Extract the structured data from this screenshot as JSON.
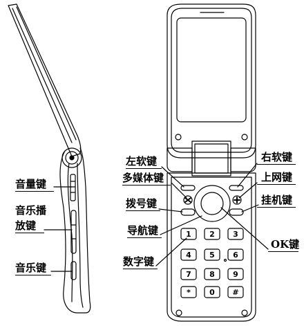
{
  "labels": {
    "volume_key": "音量键",
    "music_play_key_line1": "音乐播",
    "music_play_key_line2": "放键",
    "music_key": "音乐键",
    "left_soft_key": "左软键",
    "multimedia_key": "多媒体键",
    "dial_key": "拨号键",
    "nav_key": "导航键",
    "number_key": "数字键",
    "right_soft_key": "右软键",
    "internet_key": "上网键",
    "hangup_key": "挂机键",
    "ok_key": "OK键"
  },
  "keypad": {
    "rows": [
      [
        "1",
        "2",
        "3"
      ],
      [
        "4",
        "5",
        "6"
      ],
      [
        "7",
        "8",
        "9"
      ],
      [
        "*",
        "0",
        "#"
      ]
    ]
  },
  "colors": {
    "line": "#000000",
    "background": "#ffffff"
  }
}
